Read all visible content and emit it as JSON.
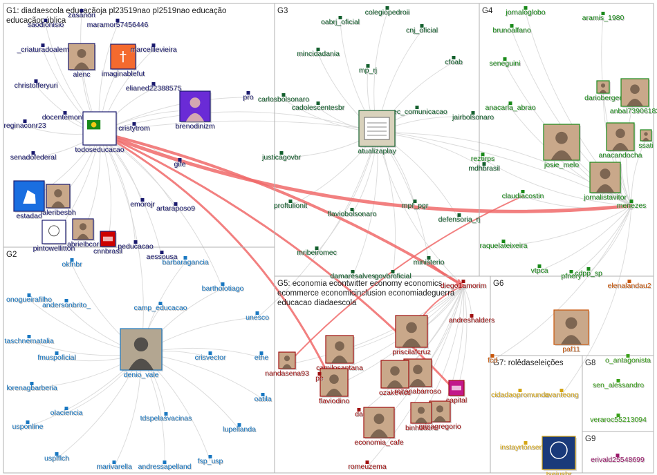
{
  "groups": [
    {
      "id": "G1",
      "title": [
        "G1: diadaescola educaçãoja pl23519nao pl2519nao educação",
        "educaçãopública"
      ]
    },
    {
      "id": "G2",
      "title": [
        "G2"
      ]
    },
    {
      "id": "G3",
      "title": [
        "G3"
      ]
    },
    {
      "id": "G4",
      "title": [
        "G4"
      ]
    },
    {
      "id": "G5",
      "title": [
        "G5: economia econtwitter economy economics",
        "ecommerce economicinclusion economiadeguerra",
        "educacao diadaescola"
      ]
    },
    {
      "id": "G6",
      "title": [
        "G6"
      ]
    },
    {
      "id": "G7",
      "title": [
        "G7: rolêdaseleições"
      ]
    },
    {
      "id": "G8",
      "title": [
        "G8"
      ]
    },
    {
      "id": "G9",
      "title": [
        "G9"
      ]
    }
  ],
  "colors": {
    "G1": "#1a1a6e",
    "G2": "#1a78c2",
    "G3": "#14602e",
    "G4": "#1a8a1a",
    "G5": "#a01010",
    "G6": "#c8560a",
    "G7": "#d4a514",
    "G8": "#3aa01a",
    "G9": "#9a1a6a",
    "edge": "#d6d6d6",
    "edge_strong": "#f06a6a",
    "border": "#b0b0b0"
  },
  "nodes": [
    {
      "g": "G1",
      "label": "saodionisio"
    },
    {
      "g": "G1",
      "label": "zasanori"
    },
    {
      "g": "G1",
      "label": "maramor57456446"
    },
    {
      "g": "G1",
      "label": "_criaturadoalem"
    },
    {
      "g": "G1",
      "label": "alenc"
    },
    {
      "g": "G1",
      "label": "imaginablefut"
    },
    {
      "g": "G1",
      "label": "marcelllevieira"
    },
    {
      "g": "G1",
      "label": "christofferyuri"
    },
    {
      "g": "G1",
      "label": "elianed22388575"
    },
    {
      "g": "G1",
      "label": "docentemonte"
    },
    {
      "g": "G1",
      "label": "reginaconr23"
    },
    {
      "g": "G1",
      "label": "cristytrom"
    },
    {
      "g": "G1",
      "label": "brenodinizm"
    },
    {
      "g": "G1",
      "label": "todoseducacao"
    },
    {
      "g": "G1",
      "label": "senadofederal"
    },
    {
      "g": "G1",
      "label": "gife"
    },
    {
      "g": "G1",
      "label": "emorojr"
    },
    {
      "g": "G1",
      "label": "artaraposo9"
    },
    {
      "g": "G1",
      "label": "faleribesbh"
    },
    {
      "g": "G1",
      "label": "estadao"
    },
    {
      "g": "G1",
      "label": "abrielbcor"
    },
    {
      "g": "G1",
      "label": "peducacao"
    },
    {
      "g": "G1",
      "label": "pintowellitton"
    },
    {
      "g": "G1",
      "label": "cnnbrasil"
    },
    {
      "g": "G1",
      "label": "aessousa"
    },
    {
      "g": "G1",
      "label": "pro"
    },
    {
      "g": "G2",
      "label": "okfnbr"
    },
    {
      "g": "G2",
      "label": "barbaragancia"
    },
    {
      "g": "G2",
      "label": "bartholotiago"
    },
    {
      "g": "G2",
      "label": "onogueirafilho"
    },
    {
      "g": "G2",
      "label": "andersonbrito_"
    },
    {
      "g": "G2",
      "label": "camp_educacao"
    },
    {
      "g": "G2",
      "label": "unesco"
    },
    {
      "g": "G2",
      "label": "taschnernatalia"
    },
    {
      "g": "G2",
      "label": "fmuspoficial"
    },
    {
      "g": "G2",
      "label": "crisvector"
    },
    {
      "g": "G2",
      "label": "ethe"
    },
    {
      "g": "G2",
      "label": "denio_vale"
    },
    {
      "g": "G2",
      "label": "lorenagbarberia"
    },
    {
      "g": "G2",
      "label": "olaciencia"
    },
    {
      "g": "G2",
      "label": "oatila"
    },
    {
      "g": "G2",
      "label": "usponline"
    },
    {
      "g": "G2",
      "label": "tdspelasvacinas"
    },
    {
      "g": "G2",
      "label": "lupellanda"
    },
    {
      "g": "G2",
      "label": "uspfflch"
    },
    {
      "g": "G2",
      "label": "fsp_usp"
    },
    {
      "g": "G2",
      "label": "marivarella"
    },
    {
      "g": "G2",
      "label": "andressapelland"
    },
    {
      "g": "G3",
      "label": "colegiopedroii"
    },
    {
      "g": "G3",
      "label": "oabrj_oficial"
    },
    {
      "g": "G3",
      "label": "cnj_oficial"
    },
    {
      "g": "G3",
      "label": "mincidadania"
    },
    {
      "g": "G3",
      "label": "cfoab"
    },
    {
      "g": "G3",
      "label": "mp_rj"
    },
    {
      "g": "G3",
      "label": "carlosbolsonaro"
    },
    {
      "g": "G3",
      "label": "mec_comunicacao"
    },
    {
      "g": "G3",
      "label": "jairbolsonaro"
    },
    {
      "g": "G3",
      "label": "cadolescentesbr"
    },
    {
      "g": "G3",
      "label": "justicagovbr"
    },
    {
      "g": "G3",
      "label": "atualizaplay"
    },
    {
      "g": "G3",
      "label": "mdhbrasil"
    },
    {
      "g": "G3",
      "label": "mpf_pgr"
    },
    {
      "g": "G3",
      "label": "proftulionit"
    },
    {
      "g": "G3",
      "label": "flaviobolsonaro"
    },
    {
      "g": "G3",
      "label": "defensoria_rj"
    },
    {
      "g": "G3",
      "label": "mribeiromec"
    },
    {
      "g": "G3",
      "label": "ministerio"
    },
    {
      "g": "G3",
      "label": "damaresalves"
    },
    {
      "g": "G3",
      "label": "govbroficial"
    },
    {
      "g": "G4",
      "label": "jornaloglobo"
    },
    {
      "g": "G4",
      "label": "aramis_1980"
    },
    {
      "g": "G4",
      "label": "brunoalfano"
    },
    {
      "g": "G4",
      "label": "seneguini"
    },
    {
      "g": "G4",
      "label": "darioberger"
    },
    {
      "g": "G4",
      "label": "anbal73906182"
    },
    {
      "g": "G4",
      "label": "anacarla_abrao"
    },
    {
      "g": "G4",
      "label": "ssati"
    },
    {
      "g": "G4",
      "label": "anacandocha"
    },
    {
      "g": "G4",
      "label": "josie_melo"
    },
    {
      "g": "G4",
      "label": "reztirps"
    },
    {
      "g": "G4",
      "label": "jornalistavitor"
    },
    {
      "g": "G4",
      "label": "menezes"
    },
    {
      "g": "G4",
      "label": "claudiacostin"
    },
    {
      "g": "G4",
      "label": "raquelateixeira"
    },
    {
      "g": "G4",
      "label": "vtpca"
    },
    {
      "g": "G4",
      "label": "pfnery"
    },
    {
      "g": "G4",
      "label": "cdpp_sp"
    },
    {
      "g": "G5",
      "label": "diego1amorim"
    },
    {
      "g": "G5",
      "label": "andreshalders"
    },
    {
      "g": "G5",
      "label": "nandasena93"
    },
    {
      "g": "G5",
      "label": "camilosantana"
    },
    {
      "g": "G5",
      "label": "priscilafcruz"
    },
    {
      "g": "G5",
      "label": "rozanabarroso"
    },
    {
      "g": "G5",
      "label": "capital"
    },
    {
      "g": "G5",
      "label": "flaviodino"
    },
    {
      "g": "G5",
      "label": "ozakevics"
    },
    {
      "g": "G5",
      "label": "grisagregorio"
    },
    {
      "g": "G5",
      "label": "binhoacre"
    },
    {
      "g": "G5",
      "label": "economia_cafe"
    },
    {
      "g": "G5",
      "label": "romeuzema"
    },
    {
      "g": "G5",
      "label": "da"
    },
    {
      "g": "G5",
      "label": "pe"
    },
    {
      "g": "G6",
      "label": "elenalandau2"
    },
    {
      "g": "G6",
      "label": "paf11"
    },
    {
      "g": "G6",
      "label": "fcd"
    },
    {
      "g": "G7",
      "label": "cidadaopromundo"
    },
    {
      "g": "G7",
      "label": "avanteong"
    },
    {
      "g": "G7",
      "label": "instayrtonsenna"
    },
    {
      "g": "G7",
      "label": "tsejusbr"
    },
    {
      "g": "G8",
      "label": "o_antagonista"
    },
    {
      "g": "G8",
      "label": "sen_alessandro"
    },
    {
      "g": "G8",
      "label": "veraroc55213094"
    },
    {
      "g": "G9",
      "label": "erivald25548699"
    }
  ]
}
